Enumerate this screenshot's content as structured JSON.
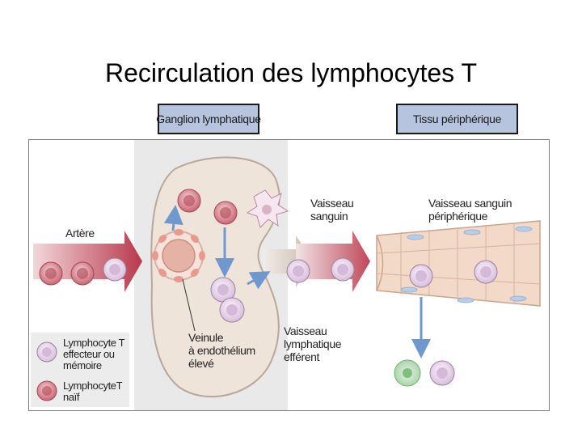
{
  "title": "Recirculation des lymphocytes T",
  "headers": {
    "ganglion": "Ganglion lymphatique",
    "tissu": "Tissu périphérique"
  },
  "labels": {
    "artere": "Artère",
    "vaisseau_sanguin": [
      "Vaisseau",
      "sanguin"
    ],
    "vaisseau_peripherique": [
      "Vaisseau sanguin",
      "périphérique"
    ],
    "veinule": [
      "Veinule",
      "à endothélium",
      "élevé"
    ],
    "vaisseau_lymphatique": [
      "Vaisseau",
      "lymphatique",
      "efférent"
    ]
  },
  "legend": {
    "effecteur": [
      "Lymphocyte T",
      "effecteur ou",
      "mémoire"
    ],
    "naif": [
      "LymphocyteT",
      "naïf"
    ]
  },
  "colors": {
    "header_bg": "#b7c4de",
    "lymph_node": "#efe4da",
    "vessel_red": "#c0475a",
    "naive_cell": "#d98b95",
    "effector_cell": "#e6d3e8",
    "arrow_blue": "#7aa3d6"
  }
}
